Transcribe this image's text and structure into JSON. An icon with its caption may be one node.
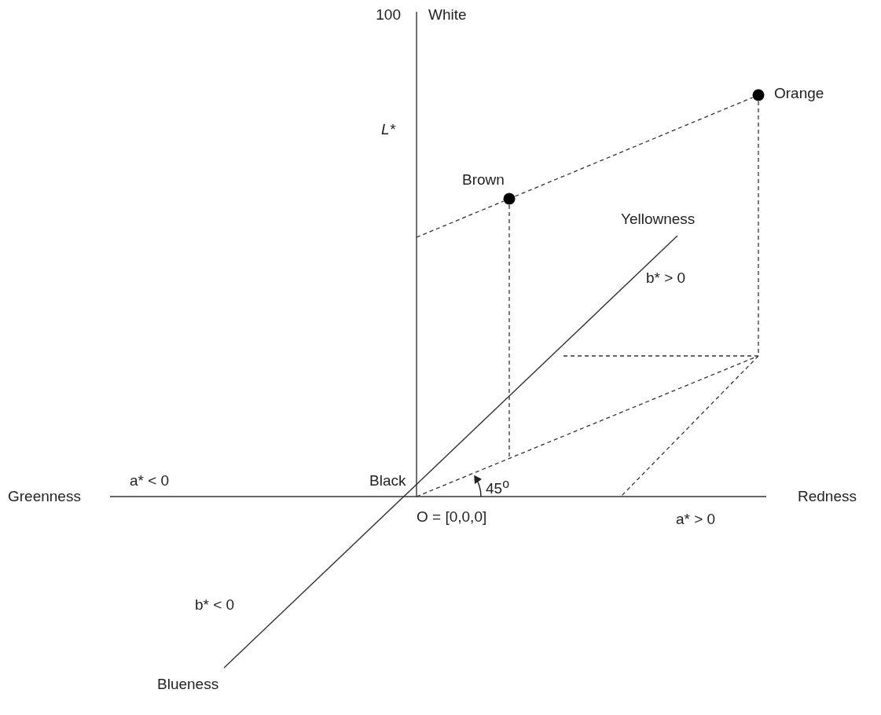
{
  "diagram": {
    "nodes": [
      {
        "text": [],
        "shape": "circle",
        "beside": [
          "Brown"
        ]
      },
      {
        "text": [],
        "shape": "circle",
        "beside": [
          "Orange"
        ]
      }
    ],
    "edges": [
      {
        "from": null,
        "to": 0,
        "arrow": "none",
        "style": "dashed"
      },
      {
        "from": 0,
        "to": 1,
        "arrow": "none",
        "style": "dashed"
      },
      {
        "from": 0,
        "to": null,
        "arrow": "none",
        "style": "dashed"
      },
      {
        "from": 1,
        "to": null,
        "arrow": "none",
        "style": "dashed"
      }
    ],
    "labels": [
      "100",
      "White",
      "L*",
      "Yellowness",
      "b* > 0",
      "Greenness",
      "a* < 0",
      "Black",
      "45$^{o}$",
      "Redness",
      "O = [0,0,0]",
      "a* > 0",
      "b* < 0",
      "Blueness"
    ]
  }
}
